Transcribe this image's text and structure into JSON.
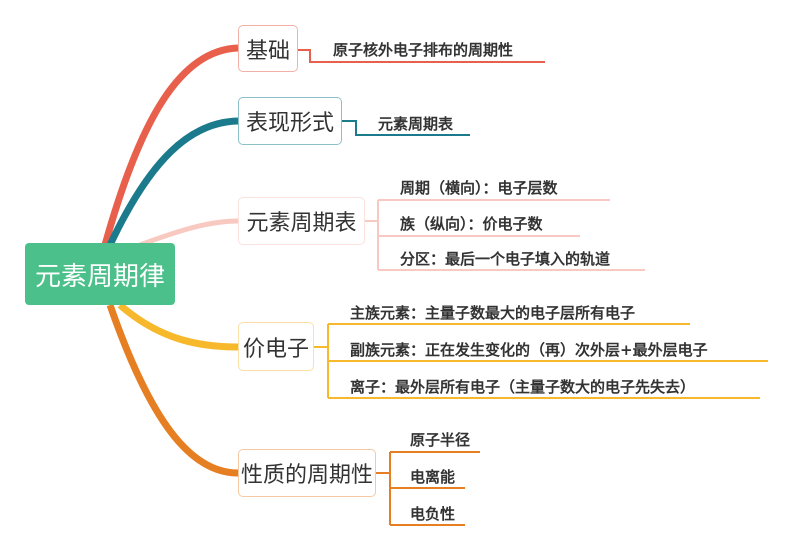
{
  "root": {
    "label": "元素周期律",
    "color": "#4cc08a"
  },
  "branches": [
    {
      "label": "基础",
      "color": "#e8604c",
      "children": [
        "原子核外电子排布的周期性"
      ]
    },
    {
      "label": "表现形式",
      "color": "#1b7a8c",
      "children": [
        "元素周期表"
      ]
    },
    {
      "label": "元素周期表",
      "color": "#f8c9c0",
      "children": [
        "周期（横向）：电子层数",
        "族（纵向）：价电子数",
        "分区：最后一个电子填入的轨道"
      ]
    },
    {
      "label": "价电子",
      "color": "#f7b92b",
      "children": [
        "主族元素：主量子数最大的电子层所有电子",
        "副族元素：正在发生变化的（再）次外层+最外层电子",
        "离子：最外层所有电子（主量子数大的电子先失去）"
      ]
    },
    {
      "label": "性质的周期性",
      "color": "#e67e22",
      "children": [
        "原子半径",
        "电离能",
        "电负性"
      ]
    }
  ]
}
